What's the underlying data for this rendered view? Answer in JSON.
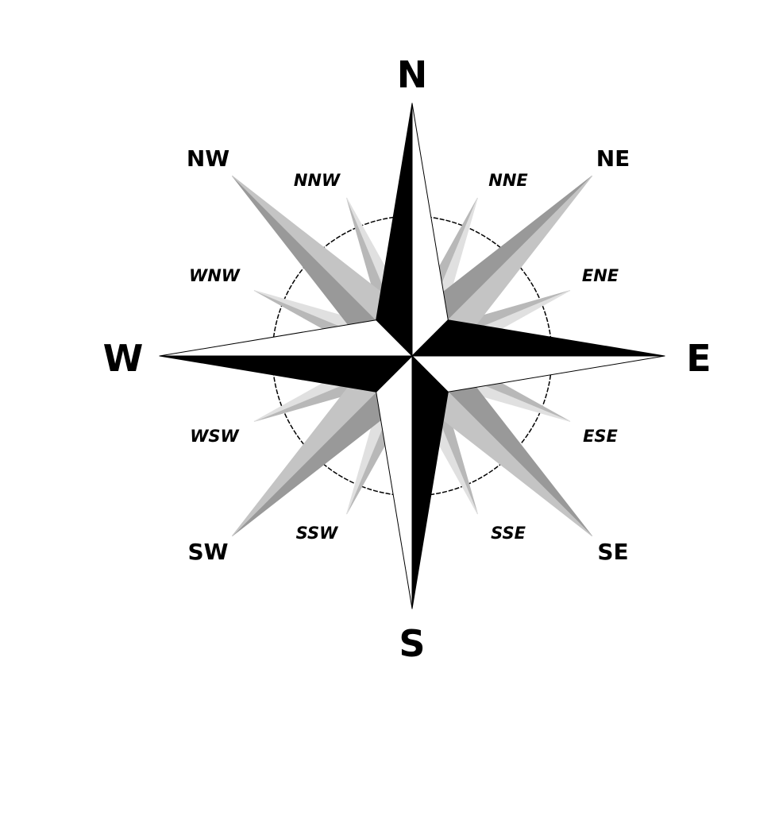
{
  "compass": {
    "cardinal": {
      "n": "N",
      "e": "E",
      "s": "S",
      "w": "W"
    },
    "intercardinal": {
      "ne": "NE",
      "se": "SE",
      "sw": "SW",
      "nw": "NW"
    },
    "secondary": {
      "nne": "NNE",
      "ene": "ENE",
      "ese": "ESE",
      "sse": "SSE",
      "ssw": "SSW",
      "wsw": "WSW",
      "wnw": "WNW",
      "nnw": "NNW"
    }
  },
  "colors": {
    "cardinal_dark": "#000000",
    "cardinal_light": "#ffffff",
    "intercardinal_dark": "#999999",
    "intercardinal_light": "#c4c4c4",
    "secondary_dark": "#b8b8b8",
    "secondary_light": "#e0e0e0",
    "ring": "#000000"
  }
}
